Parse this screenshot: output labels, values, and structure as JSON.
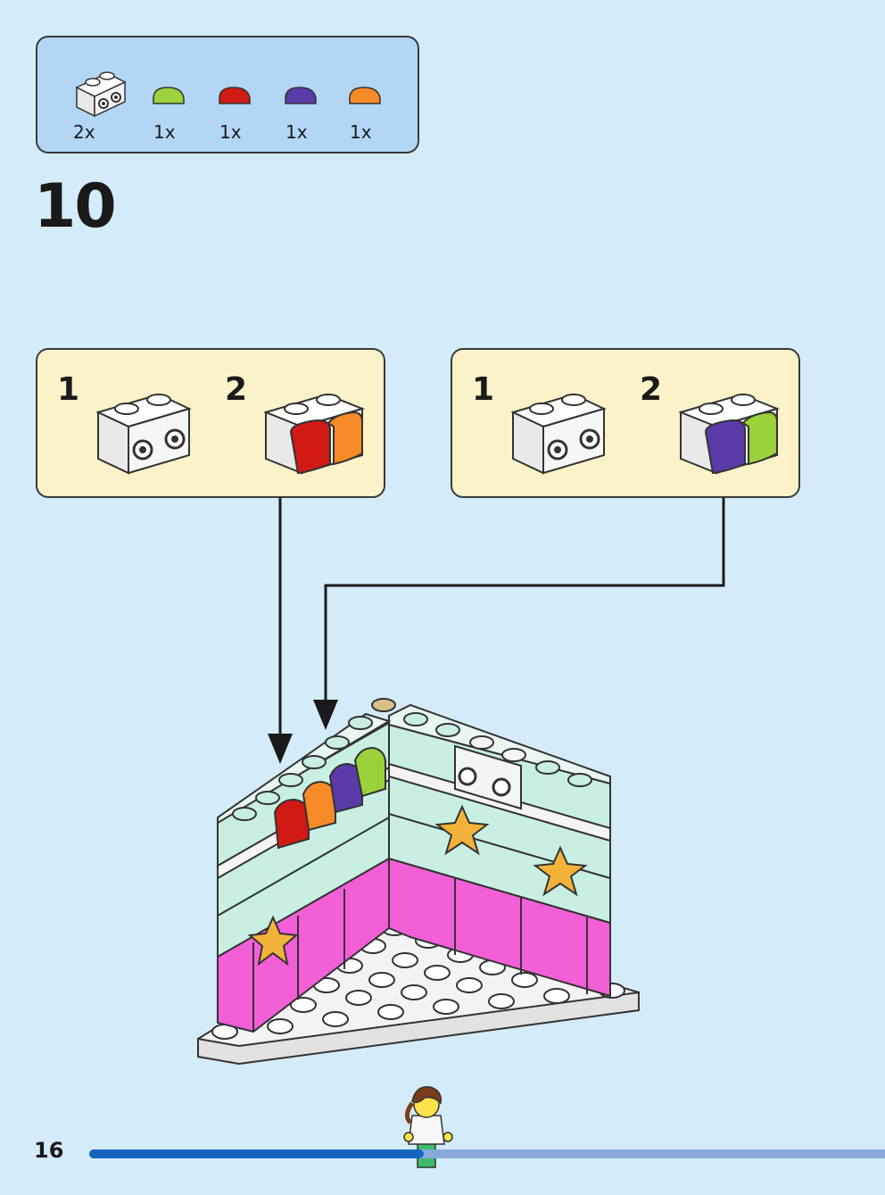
{
  "parts_callout": {
    "items": [
      {
        "name": "white-brick-1x2-studs-on-side",
        "qty": "2x",
        "color": "#ffffff"
      },
      {
        "name": "lime-round-tile",
        "qty": "1x",
        "color": "#9bd13a"
      },
      {
        "name": "red-round-tile",
        "qty": "1x",
        "color": "#d11a14"
      },
      {
        "name": "purple-round-tile",
        "qty": "1x",
        "color": "#5a3aa8"
      },
      {
        "name": "orange-round-tile",
        "qty": "1x",
        "color": "#f58a26"
      }
    ]
  },
  "step": {
    "number": "10"
  },
  "sub_assemblies": [
    {
      "steps": [
        {
          "label": "1"
        },
        {
          "label": "2"
        }
      ],
      "tile_colors": [
        "#d11a14",
        "#f58a26"
      ]
    },
    {
      "steps": [
        {
          "label": "1"
        },
        {
          "label": "2"
        }
      ],
      "tile_colors": [
        "#5a3aa8",
        "#9bd13a"
      ]
    }
  ],
  "footer": {
    "page_number": "16",
    "progress": 0.42
  },
  "colors": {
    "background": "#d4ecfa",
    "parts_box": "#b3d6f5",
    "sub_box": "#fcf2c9",
    "cake_pink": "#f25fd6",
    "cake_mint": "#c8efe2",
    "progress_dark": "#1565c0",
    "progress_light": "#88a9da"
  }
}
